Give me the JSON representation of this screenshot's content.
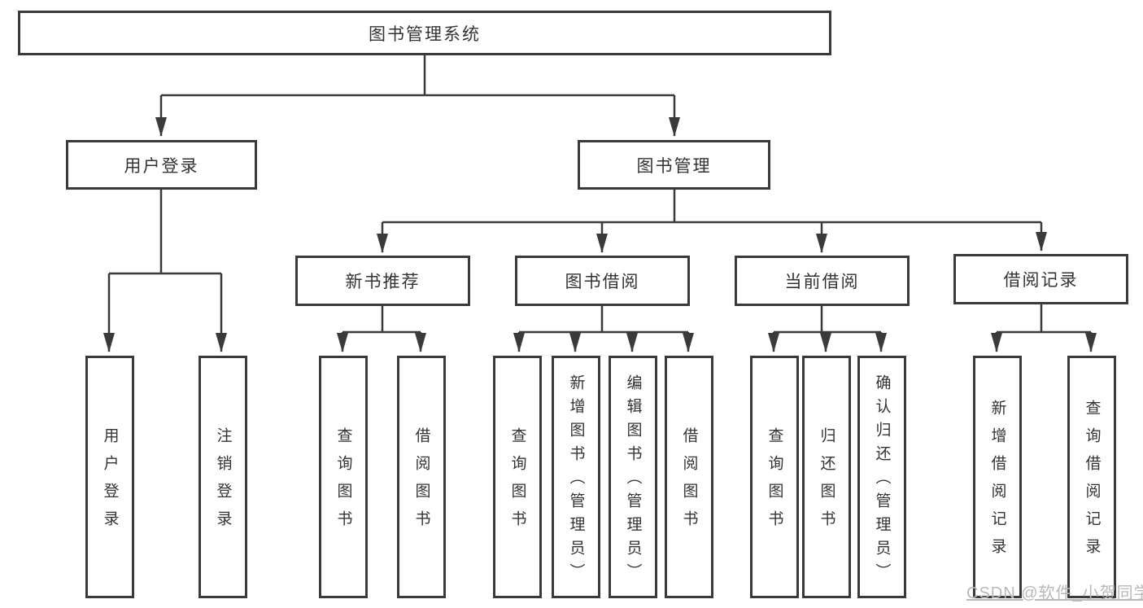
{
  "tree": {
    "label": "图书管理系统",
    "children": [
      {
        "label": "用户登录",
        "children": [
          {
            "label": "用户登录"
          },
          {
            "label": "注销登录"
          }
        ]
      },
      {
        "label": "图书管理",
        "children": [
          {
            "label": "新书推荐",
            "children": [
              {
                "label": "查询图书"
              },
              {
                "label": "借阅图书"
              }
            ]
          },
          {
            "label": "图书借阅",
            "children": [
              {
                "label": "查询图书"
              },
              {
                "label": "新增图书（管理员）"
              },
              {
                "label": "编辑图书（管理员）"
              },
              {
                "label": "借阅图书"
              }
            ]
          },
          {
            "label": "当前借阅",
            "children": [
              {
                "label": "查询图书"
              },
              {
                "label": "归还图书"
              },
              {
                "label": "确认归还（管理员）"
              }
            ]
          },
          {
            "label": "借阅记录",
            "children": [
              {
                "label": "新增借阅记录"
              },
              {
                "label": "查询借阅记录"
              }
            ]
          }
        ]
      }
    ]
  },
  "watermark": "CSDN @软件_小贺同学",
  "colors": {
    "line": "#3a3a3a",
    "box_border": "#3a3a3a",
    "text": "#333333",
    "watermark": "#b9b9b9",
    "background": "#ffffff"
  }
}
